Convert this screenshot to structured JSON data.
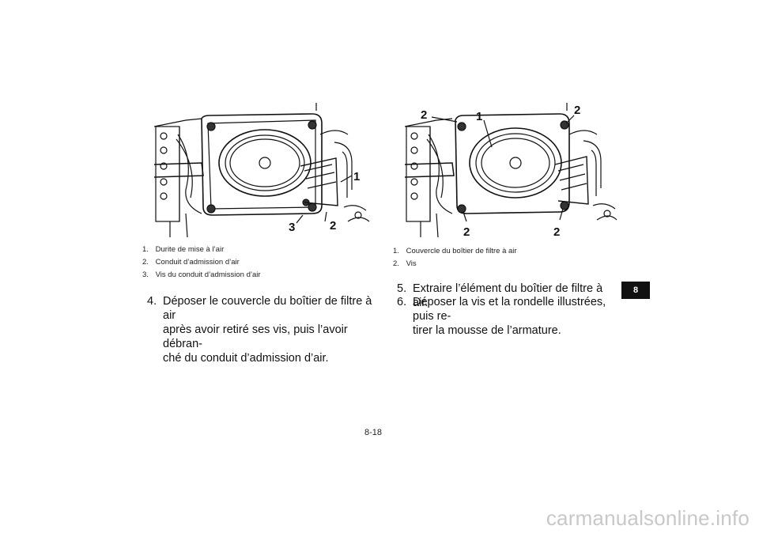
{
  "figure_left": {
    "callouts": [
      "1",
      "2",
      "3"
    ]
  },
  "figure_right": {
    "callouts": [
      "1",
      "2",
      "2",
      "2",
      "2"
    ]
  },
  "captions_left": [
    {
      "num": "1.",
      "text": "Durite de mise à l’air"
    },
    {
      "num": "2.",
      "text": "Conduit d’admission d’air"
    },
    {
      "num": "3.",
      "text": "Vis du conduit d’admission d’air"
    }
  ],
  "captions_right": [
    {
      "num": "1.",
      "text": "Couvercle du boîtier de filtre à air"
    },
    {
      "num": "2.",
      "text": "Vis"
    }
  ],
  "steps_left": [
    {
      "num": "4.",
      "lines": [
        "Déposer le couvercle du boîtier de filtre à air",
        "après avoir retiré ses vis, puis l’avoir débran-",
        "ché du conduit d’admission d’air."
      ]
    }
  ],
  "steps_right": [
    {
      "num": "5.",
      "lines": [
        "Extraire l’élément du boîtier de filtre à air."
      ]
    },
    {
      "num": "6.",
      "lines": [
        "Déposer la vis et la rondelle illustrées, puis re-",
        "tirer la mousse de l’armature."
      ]
    }
  ],
  "chapter_tab": "8",
  "page_number": "8-18",
  "watermark": "carmanualsonline.info"
}
